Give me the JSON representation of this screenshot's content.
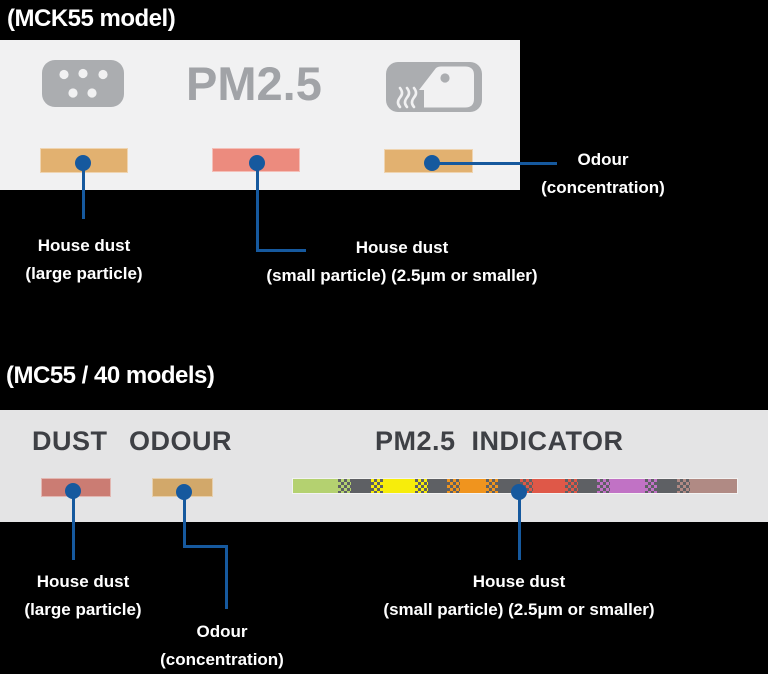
{
  "colors": {
    "background": "#000000",
    "panel_top": "#f1f1f2",
    "panel_bottom": "#e4e4e5",
    "callout_blue": "#16599e",
    "tan_bar_top": "#e2b170",
    "red_bar_top": "#ec8b7e",
    "red_bar_bottom": "#cb7c73",
    "tan_bar_bottom": "#d2a86a",
    "icon_gray": "#abadb0",
    "pm25_text_gray": "#a1a3a7",
    "panel_label_gray": "#3e4045"
  },
  "icons": {
    "dust": "dust-particles-icon",
    "odour": "odour-smell-icon"
  },
  "mck55_section": {
    "title": "(MCK55 model)",
    "panel": {
      "pm25_text": "PM2.5"
    },
    "callout_odour": {
      "line1": "Odour",
      "line2": "(concentration)"
    },
    "callout_large": {
      "line1": "House dust",
      "line2": "(large particle)"
    },
    "callout_small": {
      "line1": "House dust",
      "line2": "(small particle) (2.5μm or smaller)"
    }
  },
  "mc55_section": {
    "title": "(MC55 / 40 models)",
    "panel": {
      "dust_text": "DUST",
      "odour_text": "ODOUR",
      "indicator_text": "PM2.5  INDICATOR"
    },
    "pm25_segments": [
      {
        "c1": "#b4d170",
        "c2": null,
        "w": 46
      },
      {
        "c1": "#b4d170",
        "c2": "#5e6064",
        "w": 13
      },
      {
        "c1": "#5e6064",
        "c2": null,
        "w": 20
      },
      {
        "c1": "#5e6064",
        "c2": "#f7ed0b",
        "w": 13
      },
      {
        "c1": "#f7ed0b",
        "c2": null,
        "w": 32
      },
      {
        "c1": "#f7ed0b",
        "c2": "#5e6064",
        "w": 13
      },
      {
        "c1": "#5e6064",
        "c2": null,
        "w": 20
      },
      {
        "c1": "#5e6064",
        "c2": "#f0941e",
        "w": 13
      },
      {
        "c1": "#f0941e",
        "c2": null,
        "w": 26
      },
      {
        "c1": "#f0941e",
        "c2": "#5e6064",
        "w": 13
      },
      {
        "c1": "#5e6064",
        "c2": null,
        "w": 22
      },
      {
        "c1": "#5e6064",
        "c2": "#df5848",
        "w": 13
      },
      {
        "c1": "#df5848",
        "c2": null,
        "w": 33
      },
      {
        "c1": "#df5848",
        "c2": "#5e6064",
        "w": 13
      },
      {
        "c1": "#5e6064",
        "c2": null,
        "w": 20
      },
      {
        "c1": "#5e6064",
        "c2": "#c172c5",
        "w": 13
      },
      {
        "c1": "#c172c5",
        "c2": null,
        "w": 35
      },
      {
        "c1": "#c172c5",
        "c2": "#5e6064",
        "w": 13
      },
      {
        "c1": "#5e6064",
        "c2": null,
        "w": 20
      },
      {
        "c1": "#5e6064",
        "c2": "#b08a84",
        "w": 13
      },
      {
        "c1": "#b08a84",
        "c2": null,
        "w": 48
      }
    ],
    "callout_large": {
      "line1": "House dust",
      "line2": "(large particle)"
    },
    "callout_odour": {
      "line1": "Odour",
      "line2": "(concentration)"
    },
    "callout_small": {
      "line1": "House dust",
      "line2": "(small particle) (2.5μm or smaller)"
    }
  }
}
